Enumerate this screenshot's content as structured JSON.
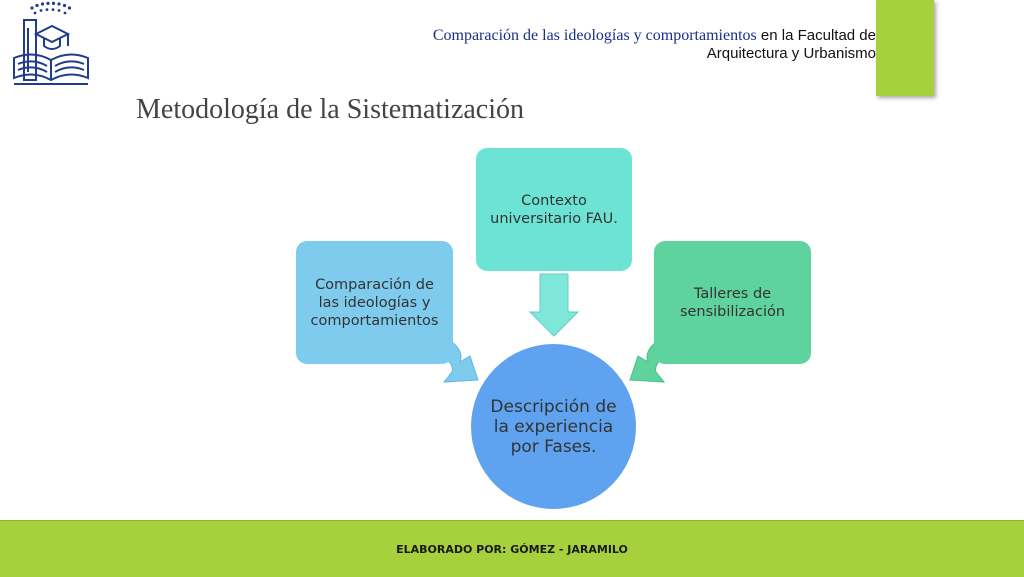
{
  "header": {
    "line1_serif": "Comparación de las ideologías y comportamientos",
    "line1_sans": " en la Facultad de",
    "line2": "Arquitectura y Urbanismo"
  },
  "title": "Metodología de la Sistematización",
  "diagram": {
    "top": "Contexto universitario FAU.",
    "left": "Comparación de las ideologías y comportamientos",
    "right": "Talleres de sensibilización",
    "center": "Descripción de la experiencia por Fases."
  },
  "footer": {
    "credit": "ELABORADO POR: GÓMEZ - JARAMILO"
  },
  "colors": {
    "accent_green": "#a6d13c",
    "left_box": "#7ecbee",
    "top_box": "#6de3d5",
    "right_box": "#5fd39e",
    "center_circle": "#5fa2f0"
  },
  "icons": {
    "logo": "book-graduation-cap-logo"
  }
}
